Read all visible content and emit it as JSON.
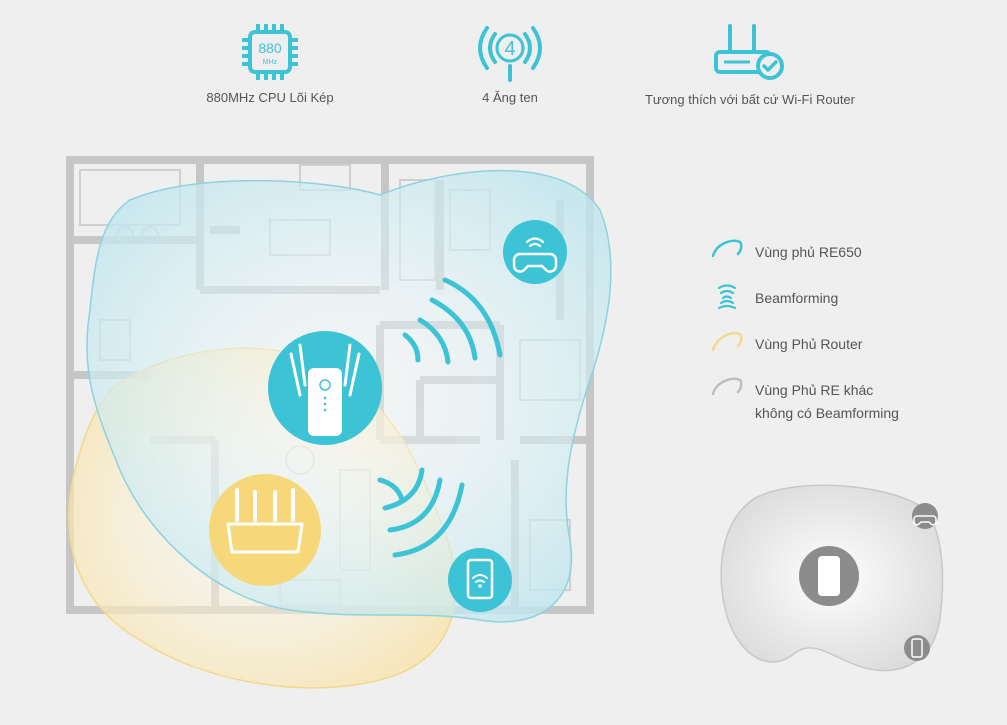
{
  "features": [
    {
      "icon": "cpu-chip-icon",
      "chip_text": "880",
      "chip_sub": "MHz",
      "label": "880MHz CPU Lõi Kép"
    },
    {
      "icon": "antenna-signal-icon",
      "badge": "4",
      "label": "4 Ăng ten"
    },
    {
      "icon": "router-check-icon",
      "label": "Tương thích với bất cứ Wi-Fi Router"
    }
  ],
  "legend": [
    {
      "icon": "re650-coverage-icon",
      "label": "Vùng phủ RE650"
    },
    {
      "icon": "beamforming-icon",
      "label": "Beamforming"
    },
    {
      "icon": "router-coverage-icon",
      "label": "Vùng Phủ Router"
    },
    {
      "icon": "other-re-coverage-icon",
      "label_line1": "Vùng Phủ RE khác",
      "label_line2": "không có Beamforming"
    }
  ],
  "colors": {
    "accent": "#3cc3d6",
    "router_yellow": "#f6d77a",
    "plan_gray": "#c9c9c9",
    "text": "#555555"
  }
}
